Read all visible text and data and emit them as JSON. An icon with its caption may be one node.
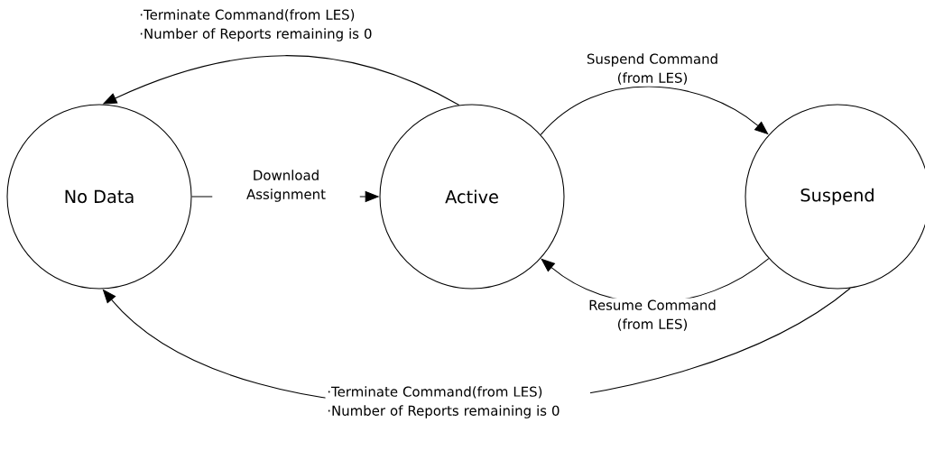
{
  "diagram": {
    "nodes": [
      {
        "text": [
          "No Data"
        ]
      },
      {
        "text": [
          "Active"
        ]
      },
      {
        "text": [
          "Suspend"
        ]
      }
    ],
    "edges": [
      {
        "from": 1,
        "to": 0,
        "arrow": "to",
        "label": "·Terminate Command(from LES) ·Number of Reports remaining is 0"
      },
      {
        "from": 0,
        "to": 1,
        "arrow": "to",
        "label": "Download Assignment"
      },
      {
        "from": 1,
        "to": 2,
        "arrow": "to",
        "label": "Suspend Command (from LES)"
      },
      {
        "from": 2,
        "to": 1,
        "arrow": "to",
        "label": "Resume Command (from LES)"
      },
      {
        "from": 2,
        "to": 0,
        "arrow": "to",
        "label": "·Terminate Command(from LES) ·Number of Reports remaining is 0"
      }
    ]
  }
}
